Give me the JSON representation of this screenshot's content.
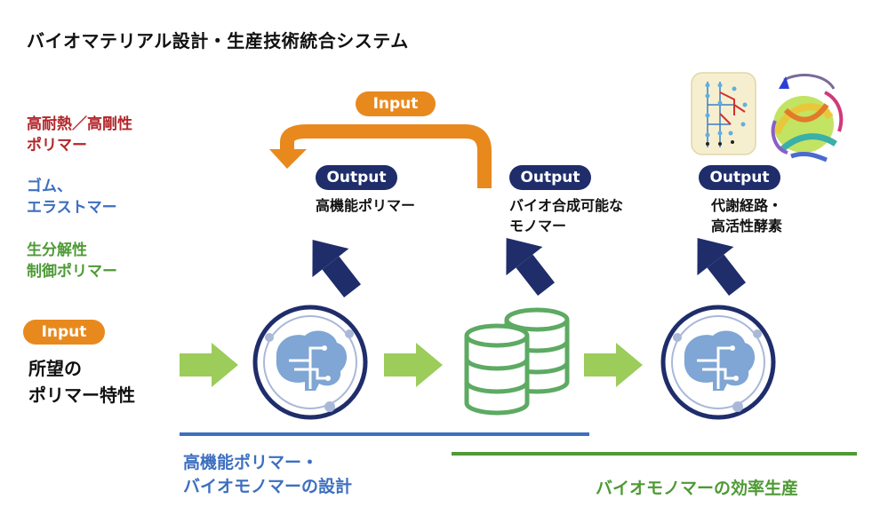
{
  "title": "バイオマテリアル設計・生産技術統合システム",
  "side_labels": {
    "heat": "高耐熱／高剛性\nポリマー",
    "rubber": "ゴム、\nエラストマー",
    "bio": "生分解性\n制御ポリマー"
  },
  "input_left": {
    "pill": "Input",
    "text": "所望の\nポリマー特性"
  },
  "input_top": {
    "pill": "Input"
  },
  "outputs": [
    {
      "pill": "Output",
      "text": "高機能ポリマー"
    },
    {
      "pill": "Output",
      "text": "バイオ合成可能な\nモノマー"
    },
    {
      "pill": "Output",
      "text": "代謝経路・\n高活性酵素"
    }
  ],
  "bottom_labels": {
    "design": "高機能ポリマー・\nバイオモノマーの設計",
    "production": "バイオモノマーの効率生産"
  },
  "colors": {
    "orange": "#e8891e",
    "navy": "#1f2d6b",
    "red": "#b3262a",
    "blue": "#3d6fbf",
    "green": "#4e9a35",
    "light_green": "#9ccc5a",
    "brain_blue": "#7fa6d4",
    "db_green": "#5daa63"
  }
}
